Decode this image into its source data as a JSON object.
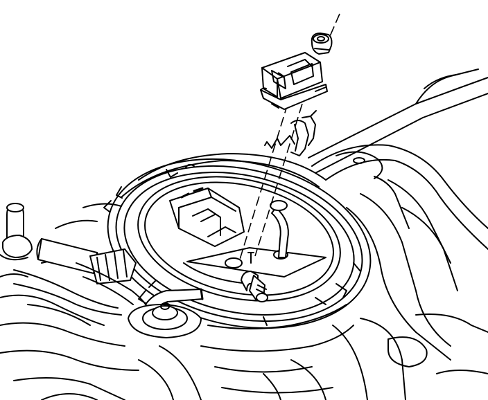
{
  "figure": {
    "background": "#ffffff",
    "ink": "#000000",
    "components": [
      "fuel-tank",
      "fuel-pump-module",
      "lock-ring",
      "electrical-connector",
      "retaining-nut",
      "fuel-lines",
      "evap-lines",
      "vent-valve",
      "body-harness-clip"
    ]
  }
}
